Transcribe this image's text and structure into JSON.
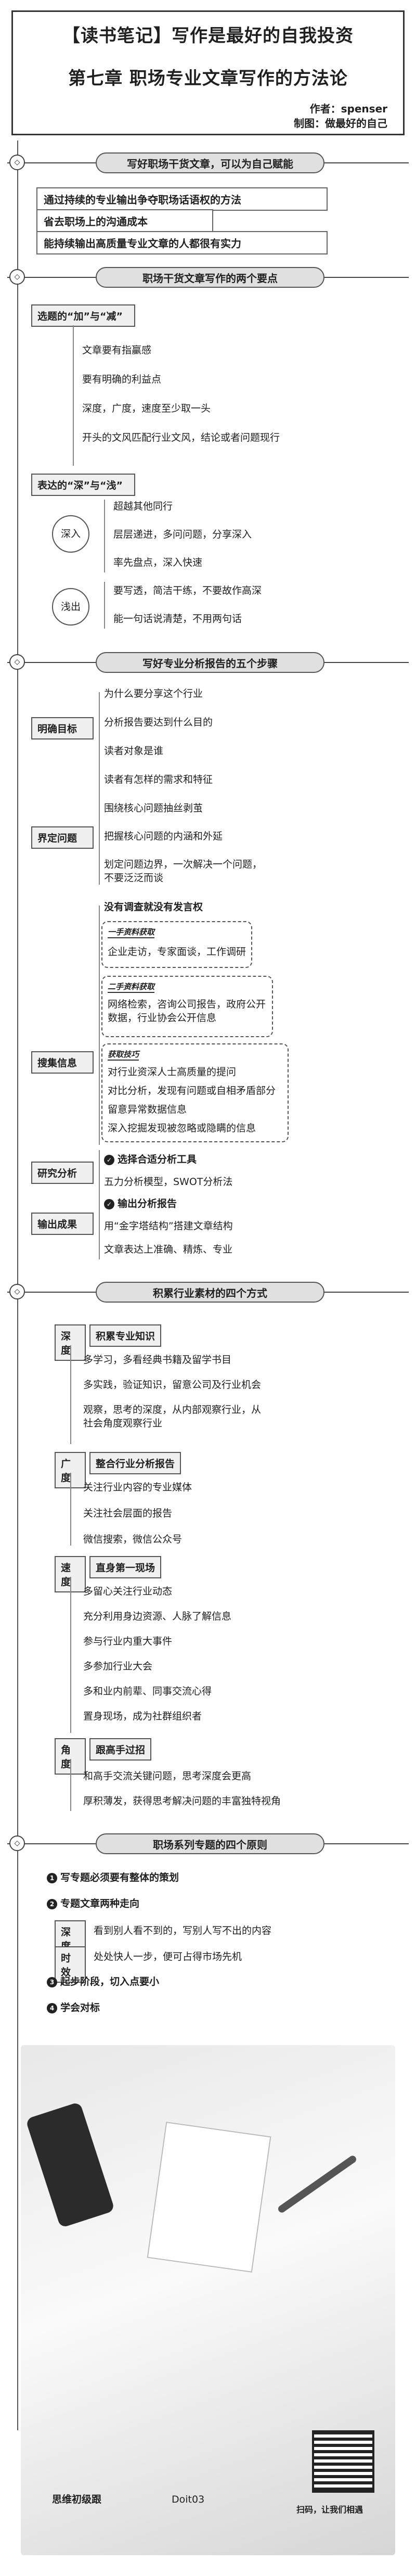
{
  "header": {
    "title_line1": "【读书笔记】写作是最好的自我投资",
    "title_line2": "第七章 职场专业文章写作的方法论",
    "author": "作者：spenser",
    "maker": "制图：做最好的自己"
  },
  "s1": {
    "label": "写好职场干货文章，可以为自己赋能",
    "items": [
      "通过持续的专业输出争夺职场话语权的方法",
      "省去职场上的沟通成本",
      "能持续输出高质量专业文章的人都很有实力"
    ]
  },
  "s2": {
    "label": "职场干货文章写作的两个要点",
    "sub1_tag": "选题的“加”与“减”",
    "sub1_items": [
      "文章要有指臝感",
      "要有明确的利益点",
      "深度，广度，速度至少取一头",
      "开头的文风匹配行业文风，结论或者问题现行"
    ],
    "sub2_tag": "表达的“深”与“浅”",
    "deep": "深入",
    "deep_items": [
      "超越其他同行",
      "层层递进，多问问题，分享深入",
      "率先盘点，深入快速"
    ],
    "shallow": "浅出",
    "shallow_items": [
      "要写透，简洁干练，不要故作高深",
      "能一句话说清楚，不用两句话"
    ]
  },
  "s3": {
    "label": "写好专业分析报告的五个步骤",
    "intro": "为什么要分享这个行业",
    "goal_tag": "明确目标",
    "goal_items": [
      "分析报告要达到什么目的",
      "读者对象是谁",
      "读者有怎样的需求和特征"
    ],
    "define_tag": "界定问题",
    "define_items": [
      "围绕核心问题抽丝剥茧",
      "把握核心问题的内涵和外延",
      "划定问题边界，一次解决一个问题，不要泛泛而谈"
    ],
    "collect_tag": "搜集信息",
    "collect_head": "没有调查就没有发言权",
    "first_hand": "一手资料获取",
    "first_items": [
      "企业走访，专家面谈，工作调研"
    ],
    "second_hand": "二手资料获取",
    "second_items": [
      "网络检索，咨询公司报告，政府公开数据，行业协会公开信息"
    ],
    "skill": "获取技巧",
    "skill_items": [
      "对行业资深人士高质量的提问",
      "对比分析，发现有问题或自相矛盾部分",
      "留意异常数据信息",
      "深入挖掘发现被忽略或隐瞒的信息"
    ],
    "research_tag": "研究分析",
    "research_head": "选择合适分析工具",
    "research_items": [
      "五力分析模型，SWOT分析法"
    ],
    "output_tag": "输出成果",
    "output_head": "输出分析报告",
    "output_items": [
      "用“金字塔结构”搭建文章结构",
      "文章表达上准确、精炼、专业"
    ]
  },
  "s4": {
    "label": "积累行业素材的四个方式",
    "deep_tag": "深度",
    "deep_head": "积累专业知识",
    "deep_items": [
      "多学习，多看经典书籍及留学书目",
      "多实践，验证知识，留意公司及行业机会",
      "观察，思考的深度，从内部观察行业，从社会角度观察行业"
    ],
    "wide_tag": "广度",
    "wide_head": "整合行业分析报告",
    "wide_items": [
      "关注行业内容的专业媒体",
      "关注社会层面的报告",
      "微信搜索，微信公众号"
    ],
    "speed_tag": "速度",
    "speed_head": "直身第一现场",
    "speed_items": [
      "多留心关注行业动态",
      "充分利用身边资源、人脉了解信息",
      "参与行业内重大事件",
      "多参加行业大会",
      "多和业内前辈、同事交流心得",
      "置身现场，成为社群组织者"
    ],
    "angle_tag": "角度",
    "angle_head": "跟高手过招",
    "angle_items": [
      "和高手交流关键问题，思考深度会更高",
      "厚积薄发，获得思考解决问题的丰富独特视角"
    ]
  },
  "s5": {
    "label": "职场系列专题的四个原则",
    "p1": "写专题必须要有整体的策划",
    "p2": "专题文章两种走向",
    "deep_tag": "深度",
    "deep_text": "看到别人看不到的，写别人写不出的内容",
    "time_tag": "时效",
    "time_text": "处处快人一步，便可占得市场先机",
    "p3": "起步阶段，切入点要小",
    "p4": "学会对标",
    "bullets": [
      "1",
      "2",
      "3",
      "4"
    ]
  },
  "footer": {
    "brand": "思维初级跟",
    "wechat": "Doit03",
    "scan": "扫码，让我们相遇"
  }
}
